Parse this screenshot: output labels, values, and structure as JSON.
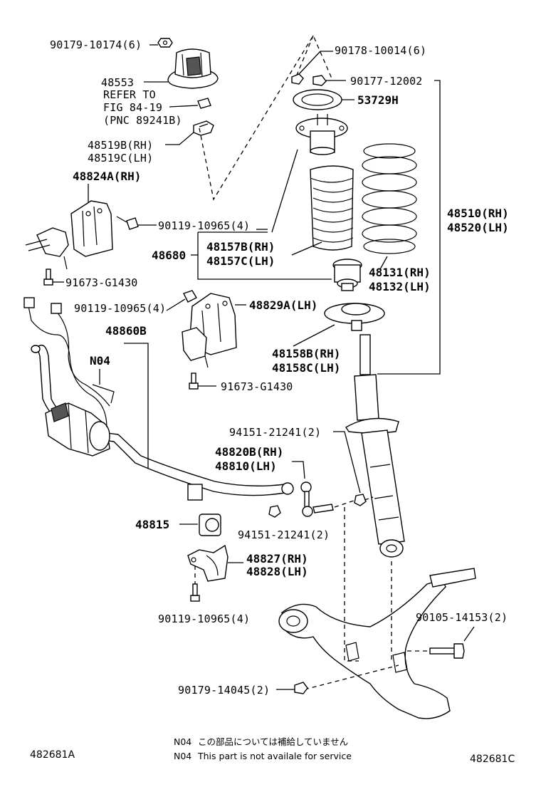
{
  "labels": {
    "p90179_10174": "90179-10174(6)",
    "p48553": "48553",
    "refer1": "REFER TO",
    "refer2": "FIG 84-19",
    "refer3": "(PNC 89241B)",
    "p48519b": "48519B(RH)",
    "p48519c": "48519C(LH)",
    "p48824a": "48824A(RH)",
    "p90119_10965_a": "90119-10965(4)",
    "p91673_a": "91673-G1430",
    "p90119_10965_b": "90119-10965(4)",
    "p48829a": "48829A(LH)",
    "p91673_b": "91673-G1430",
    "p48860b": "48860B",
    "n04": "N04",
    "p90178": "90178-10014(6)",
    "p90177": "90177-12002",
    "p53729h": "53729H",
    "p48510": "48510(RH)",
    "p48520": "48520(LH)",
    "p48680": "48680",
    "p48157b": "48157B(RH)",
    "p48157c": "48157C(LH)",
    "p48131": "48131(RH)",
    "p48132": "48132(LH)",
    "p48158b": "48158B(RH)",
    "p48158c": "48158C(LH)",
    "p94151_a": "94151-21241(2)",
    "p48820b": "48820B(RH)",
    "p48810": "48810(LH)",
    "p48815": "48815",
    "p94151_b": "94151-21241(2)",
    "p48827": "48827(RH)",
    "p48828": "48828(LH)",
    "p90119_10965_c": "90119-10965(4)",
    "p90105": "90105-14153(2)",
    "p90179_14045": "90179-14045(2)"
  },
  "notes": {
    "jp_code": "N04",
    "jp_text": "この部品については補給していません",
    "en_code": "N04",
    "en_text": "This part is not availale for service"
  },
  "codes": {
    "left": "482681A",
    "right": "482681C"
  }
}
